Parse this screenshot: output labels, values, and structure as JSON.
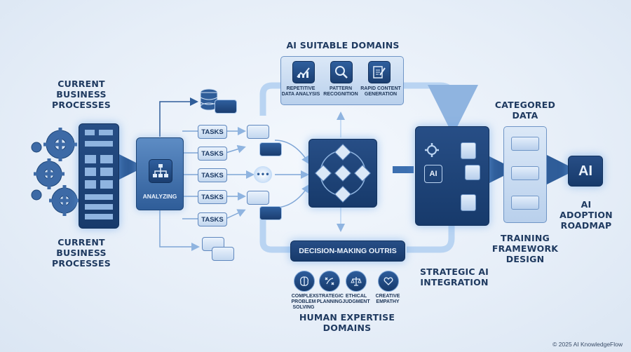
{
  "labels": {
    "current_top": "CURRENT\nBUSINESS\nPROCESSES",
    "current_bottom": "CURRENT\nBUSINESS\nPROCESSES",
    "analyzing": "ANALYZING",
    "ai_suitable": "AI SUITABLE DOMAINS",
    "categorized": "CATEGORED\nDATA",
    "ai_badge": "AI",
    "ai_small": "AI",
    "roadmap": "AI ADOPTION\nROADMAP",
    "training": "TRAINING\nFRAMEWORK\nDESIGN",
    "strategic": "STRATEGIC AI\nINTEGRATION",
    "decision": "DECISION-MAKING OUTRIS",
    "human": "HUMAN EXPERTISE\nDOMAINS",
    "footer": "© 2025 AI KnowledgeFlow"
  },
  "tasks": [
    "TASKS",
    "TASKS",
    "TASKS",
    "TASKS",
    "TASKS"
  ],
  "ai_domains": [
    {
      "icon": "chart-icon",
      "label": "REPETITIVE\nDATA ANALYSIS"
    },
    {
      "icon": "magnifier-icon",
      "label": "PATTERN\nRECOGNITION"
    },
    {
      "icon": "document-pen-icon",
      "label": "RAPID CONTENT\nGENERATION"
    }
  ],
  "human_domains": [
    {
      "icon": "brain-icon",
      "label": "COMPLEX\nPROBLEM\nSOLVING"
    },
    {
      "icon": "strategy-icon",
      "label": "STRATEGIC\nPLANNING"
    },
    {
      "icon": "scales-icon",
      "label": "ETHICAL\nJUDGMENT"
    },
    {
      "icon": "heart-head-icon",
      "label": "CREATIVE\nEMPATHY"
    }
  ],
  "colors": {
    "primary": "#2f5d99",
    "dark": "#173a6b",
    "light": "#dbe8f7",
    "glow": "#9cc7f2",
    "text": "#1f3a60"
  }
}
